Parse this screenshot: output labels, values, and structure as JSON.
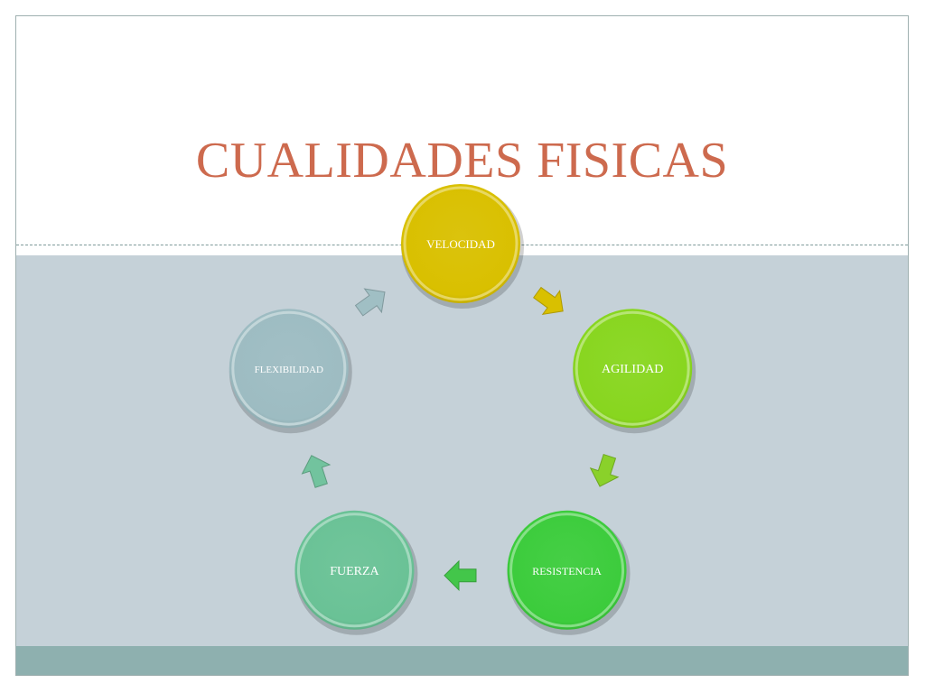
{
  "title": "CUALIDADES FISICAS",
  "colors": {
    "title": "#cd6a4e",
    "body_band": "#c5d1d8",
    "footer_band": "#8eb0af"
  },
  "cycle": {
    "nodes": [
      {
        "label": "VELOCIDAD",
        "color": "#d9c000",
        "arrow_color": "#d9c000"
      },
      {
        "label": "AGILIDAD",
        "color": "#88d61f",
        "arrow_color": "#8ad12a"
      },
      {
        "label": "RESISTENCIA",
        "color": "#3ccc3c",
        "arrow_color": "#43c64a"
      },
      {
        "label": "FUERZA",
        "color": "#6ac296",
        "arrow_color": "#72c39e"
      },
      {
        "label": "FLEXIBILIDAD",
        "color": "#9dbcc2",
        "arrow_color": "#a0bfc4"
      }
    ]
  }
}
